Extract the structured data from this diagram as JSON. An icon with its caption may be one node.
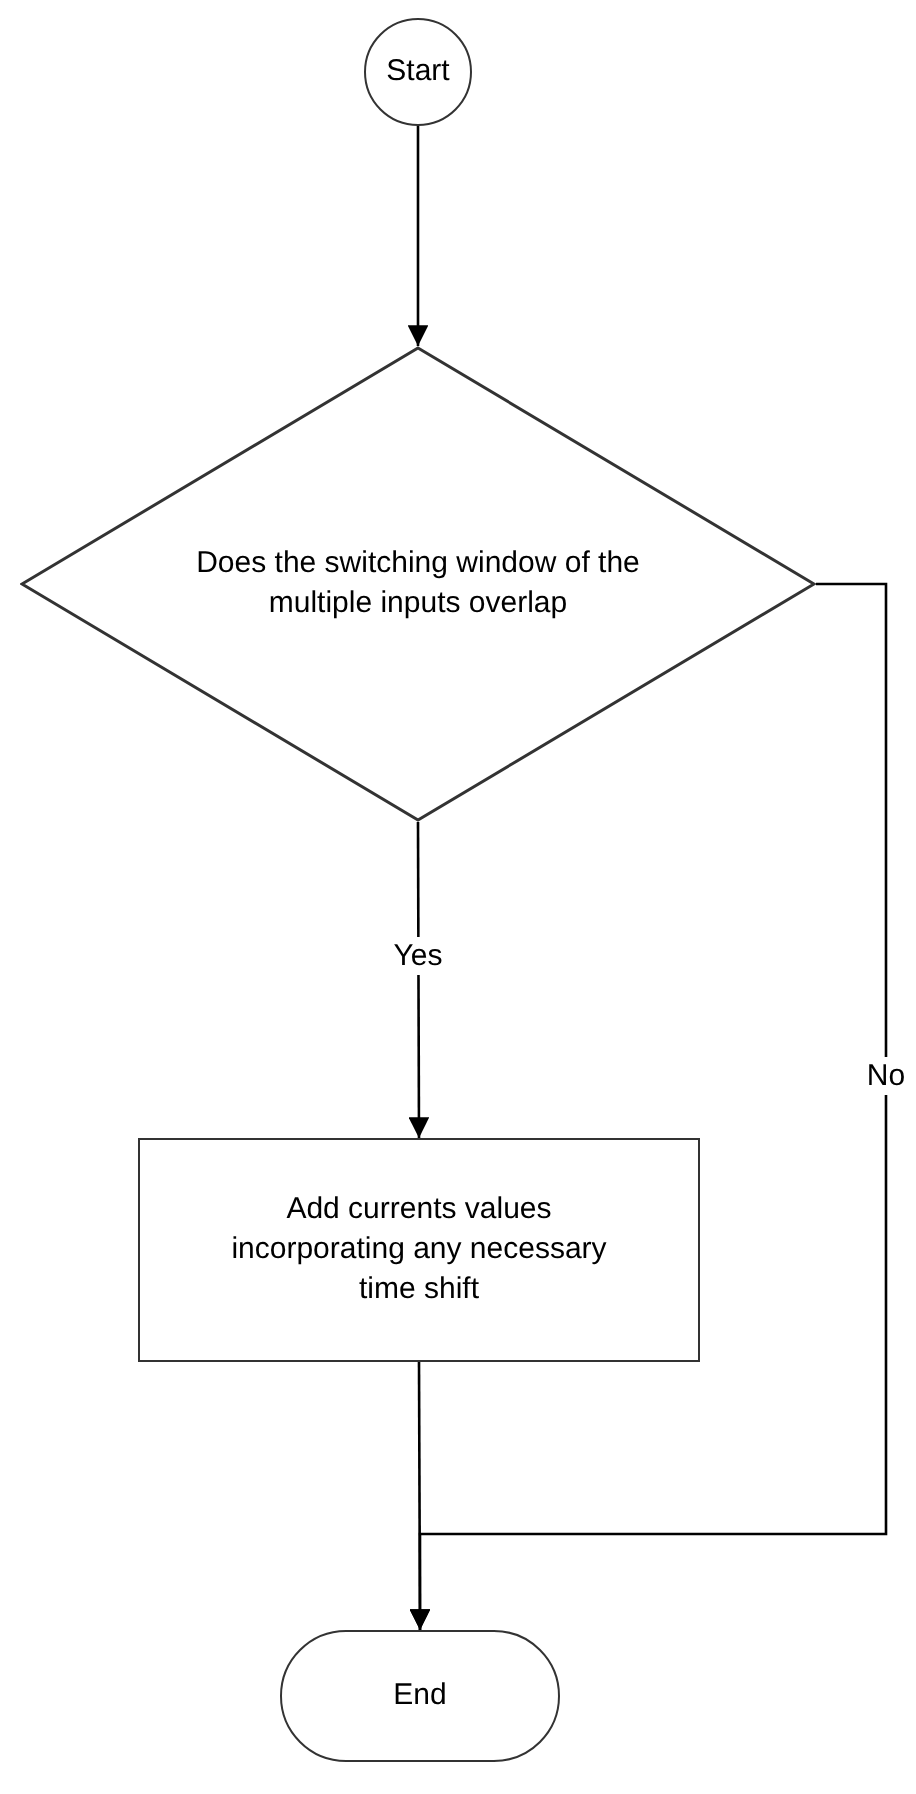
{
  "diagram": {
    "nodes": [
      {
        "text": [
          "Start"
        ]
      },
      {
        "text": [
          "Does the switching window of the multiple inputs overlap"
        ]
      },
      {
        "text": [
          "Add currents values incorporating any necessary time shift"
        ]
      },
      {
        "text": [
          "End"
        ]
      }
    ],
    "edges": [
      {
        "from": 0,
        "to": 1,
        "arrow": "to"
      },
      {
        "from": 1,
        "to": 2,
        "arrow": "to",
        "label": "Yes"
      },
      {
        "from": 2,
        "to": 3,
        "arrow": "to"
      },
      {
        "from": 1,
        "to": 3,
        "arrow": "to",
        "label": "No"
      }
    ]
  }
}
